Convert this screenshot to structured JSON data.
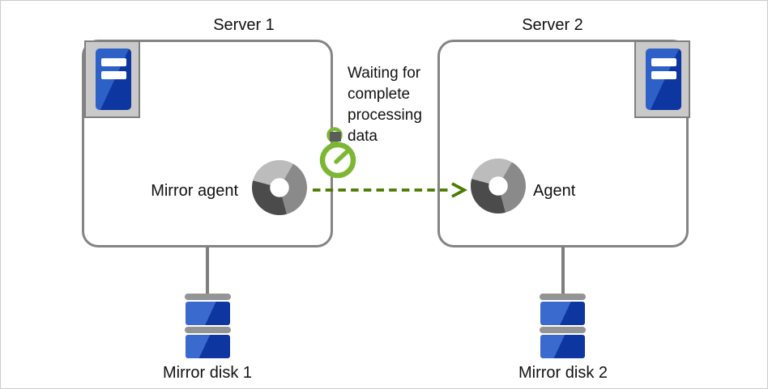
{
  "server1": {
    "title": "Server 1",
    "agent_label": "Mirror agent",
    "disk_label": "Mirror disk 1"
  },
  "server2": {
    "title": "Server 2",
    "agent_label": "Agent",
    "disk_label": "Mirror disk 2"
  },
  "annotation": {
    "text": "Waiting for\ncomplete\nprocessing\ndata"
  },
  "icons": {
    "server": "server-tower-icon",
    "agent": "process-donut-icon",
    "stopwatch": "stopwatch-icon",
    "disk": "mirror-disk-icon",
    "arrow": "dashed-arrow-right-icon"
  },
  "colors": {
    "text": "#111111",
    "box-border": "#848484",
    "connector-gray": "#7f7f7f",
    "frame-fill": "#c9c9c9",
    "frame-border": "#7f7f7f",
    "server-blue-light": "#2d61c8",
    "server-blue-dark": "#0d36a0",
    "disk-blue-light": "#3a6ace",
    "disk-blue-dark": "#0d36a0",
    "disk-cap-gray": "#949494",
    "donut-light": "#bcbcbc",
    "donut-mid": "#8a8a8a",
    "donut-dark": "#4b4b4b",
    "stopwatch-green": "#7cb733",
    "stopwatch-button": "#5b5b5b",
    "arrow-green": "#4b7c00"
  }
}
